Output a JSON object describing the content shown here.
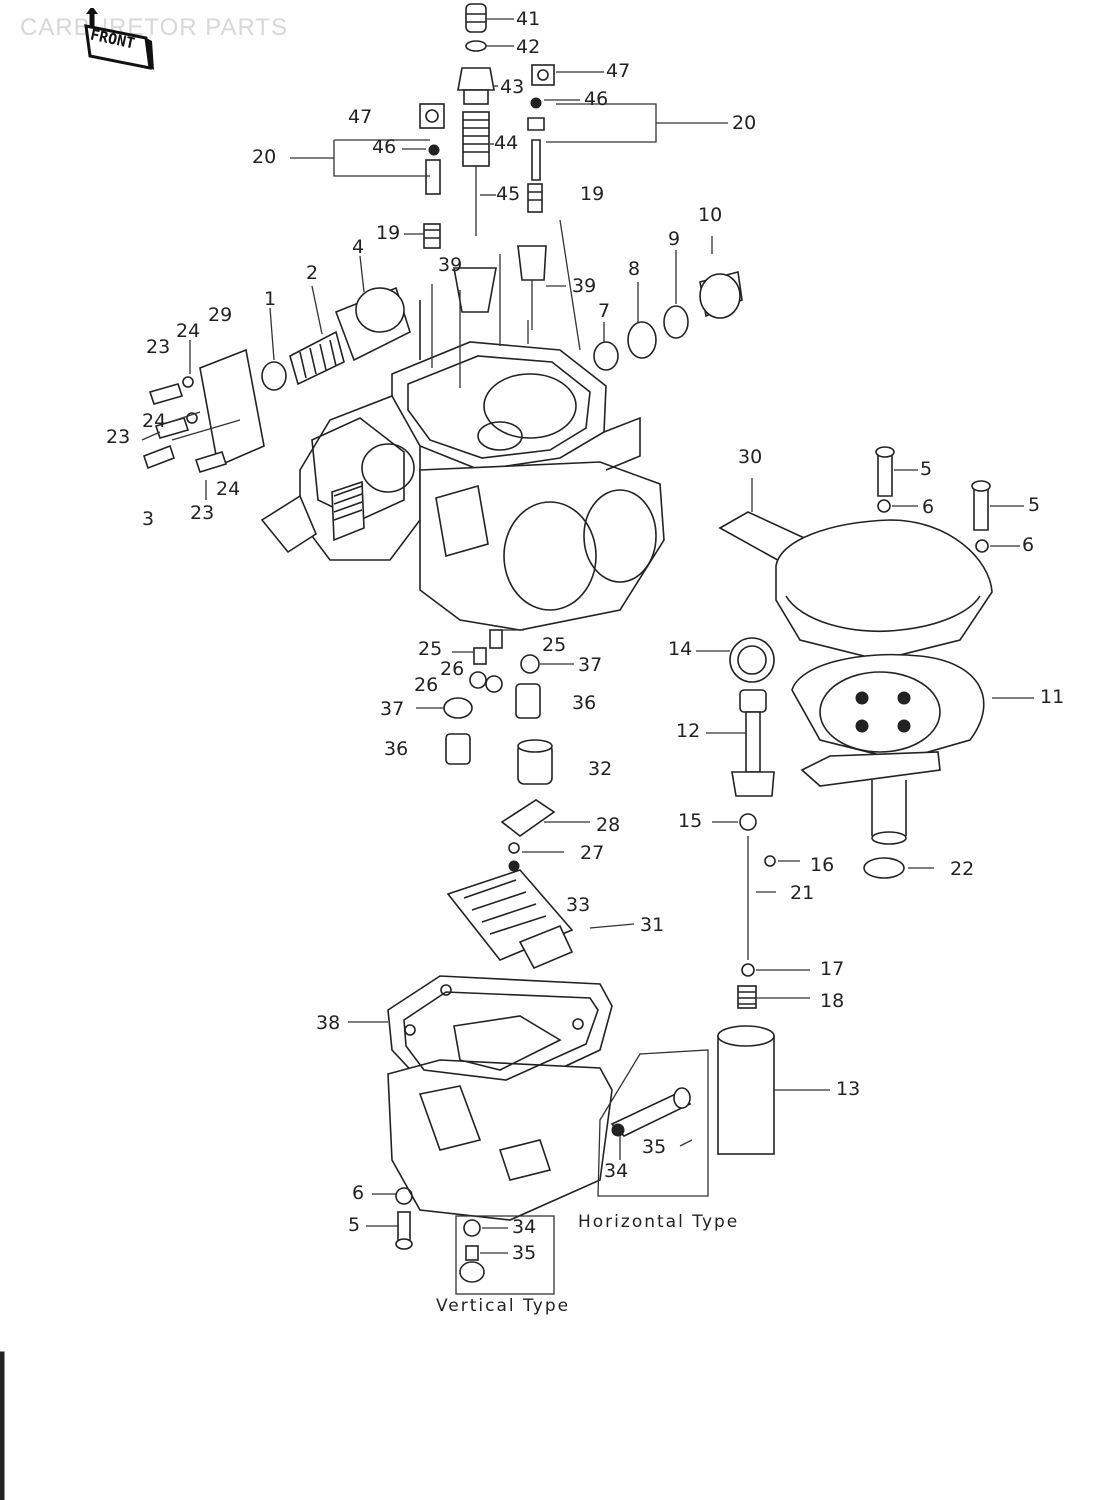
{
  "page_title": "CARBURETOR PARTS",
  "front_marker": "FRONT",
  "captions": {
    "horizontal": "Horizontal Type",
    "vertical": "Vertical Type"
  },
  "callouts": [
    {
      "id": "c41",
      "text": "41"
    },
    {
      "id": "c42",
      "text": "42"
    },
    {
      "id": "c47a",
      "text": "47"
    },
    {
      "id": "c43",
      "text": "43"
    },
    {
      "id": "c46a",
      "text": "46"
    },
    {
      "id": "c20a",
      "text": "20"
    },
    {
      "id": "c47b",
      "text": "47"
    },
    {
      "id": "c46b",
      "text": "46"
    },
    {
      "id": "c20b",
      "text": "20"
    },
    {
      "id": "c44",
      "text": "44"
    },
    {
      "id": "c45",
      "text": "45"
    },
    {
      "id": "c19a",
      "text": "19"
    },
    {
      "id": "c19b",
      "text": "19"
    },
    {
      "id": "c39a",
      "text": "39"
    },
    {
      "id": "c39b",
      "text": "39"
    },
    {
      "id": "c10",
      "text": "10"
    },
    {
      "id": "c9",
      "text": "9"
    },
    {
      "id": "c8",
      "text": "8"
    },
    {
      "id": "c7",
      "text": "7"
    },
    {
      "id": "c4",
      "text": "4"
    },
    {
      "id": "c2",
      "text": "2"
    },
    {
      "id": "c1",
      "text": "1"
    },
    {
      "id": "c29",
      "text": "29"
    },
    {
      "id": "c24a",
      "text": "24"
    },
    {
      "id": "c23a",
      "text": "23"
    },
    {
      "id": "c24b",
      "text": "24"
    },
    {
      "id": "c23b",
      "text": "23"
    },
    {
      "id": "c24c",
      "text": "24"
    },
    {
      "id": "c23c",
      "text": "23"
    },
    {
      "id": "c3",
      "text": "3"
    },
    {
      "id": "c30",
      "text": "30"
    },
    {
      "id": "c5a",
      "text": "5"
    },
    {
      "id": "c6a",
      "text": "6"
    },
    {
      "id": "c5b",
      "text": "5"
    },
    {
      "id": "c6b",
      "text": "6"
    },
    {
      "id": "c14",
      "text": "14"
    },
    {
      "id": "c11",
      "text": "11"
    },
    {
      "id": "c12",
      "text": "12"
    },
    {
      "id": "c25a",
      "text": "25"
    },
    {
      "id": "c25b",
      "text": "25"
    },
    {
      "id": "c26a",
      "text": "26"
    },
    {
      "id": "c26b",
      "text": "26"
    },
    {
      "id": "c37a",
      "text": "37"
    },
    {
      "id": "c37b",
      "text": "37"
    },
    {
      "id": "c36a",
      "text": "36"
    },
    {
      "id": "c36b",
      "text": "36"
    },
    {
      "id": "c32",
      "text": "32"
    },
    {
      "id": "c28",
      "text": "28"
    },
    {
      "id": "c27",
      "text": "27"
    },
    {
      "id": "c15",
      "text": "15"
    },
    {
      "id": "c16",
      "text": "16"
    },
    {
      "id": "c22",
      "text": "22"
    },
    {
      "id": "c21",
      "text": "21"
    },
    {
      "id": "c33",
      "text": "33"
    },
    {
      "id": "c31",
      "text": "31"
    },
    {
      "id": "c17",
      "text": "17"
    },
    {
      "id": "c18",
      "text": "18"
    },
    {
      "id": "c38",
      "text": "38"
    },
    {
      "id": "c13",
      "text": "13"
    },
    {
      "id": "c35a",
      "text": "35"
    },
    {
      "id": "c34a",
      "text": "34"
    },
    {
      "id": "c6c",
      "text": "6"
    },
    {
      "id": "c5c",
      "text": "5"
    },
    {
      "id": "c34b",
      "text": "34"
    },
    {
      "id": "c35b",
      "text": "35"
    }
  ]
}
